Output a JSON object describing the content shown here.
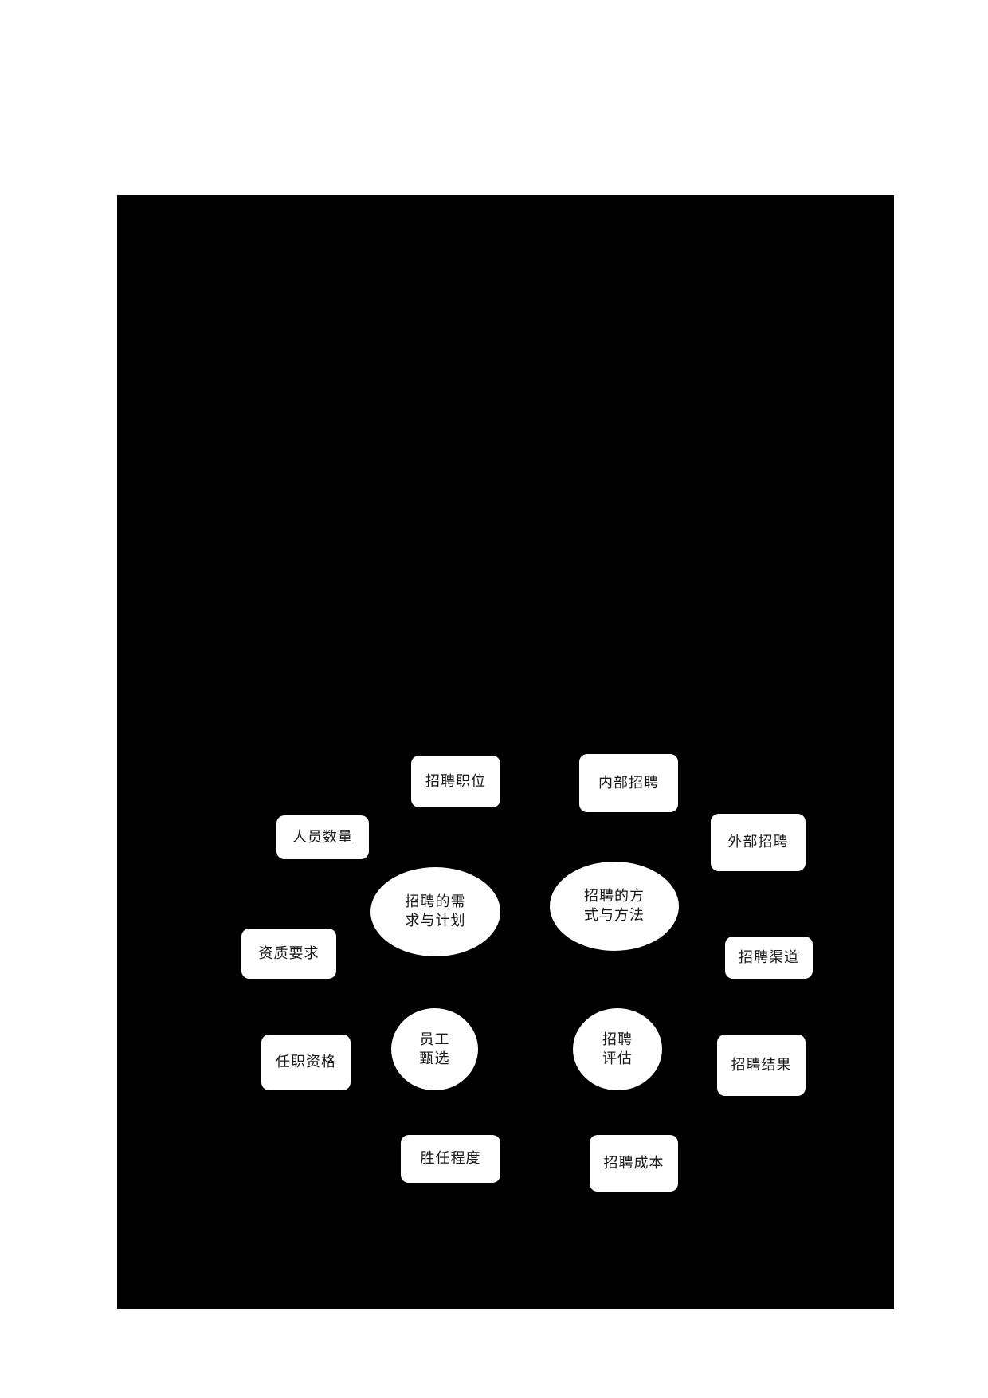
{
  "diagram": {
    "title": "",
    "background_color": "#000000",
    "node_color": "#ffffff",
    "text_color": "#1a1a1a",
    "core_nodes": [
      {
        "id": "needs-plan",
        "label": "招聘的需\n求与计划",
        "shape": "ellipse"
      },
      {
        "id": "methods",
        "label": "招聘的方\n式与方法",
        "shape": "ellipse"
      },
      {
        "id": "selection",
        "label": "员工\n甄选",
        "shape": "ellipse"
      },
      {
        "id": "evaluation",
        "label": "招聘\n评估",
        "shape": "ellipse"
      }
    ],
    "leaf_nodes": [
      {
        "id": "position",
        "label": "招聘职位",
        "parent": "needs-plan"
      },
      {
        "id": "headcount",
        "label": "人员数量",
        "parent": "needs-plan"
      },
      {
        "id": "qualification-req",
        "label": "资质要求",
        "parent": "needs-plan"
      },
      {
        "id": "internal",
        "label": "内部招聘",
        "parent": "methods"
      },
      {
        "id": "external",
        "label": "外部招聘",
        "parent": "methods"
      },
      {
        "id": "channels",
        "label": "招聘渠道",
        "parent": "methods"
      },
      {
        "id": "job-qualification",
        "label": "任职资格",
        "parent": "selection"
      },
      {
        "id": "competency",
        "label": "胜任程度",
        "parent": "selection"
      },
      {
        "id": "results",
        "label": "招聘结果",
        "parent": "evaluation"
      },
      {
        "id": "cost",
        "label": "招聘成本",
        "parent": "evaluation"
      }
    ]
  }
}
